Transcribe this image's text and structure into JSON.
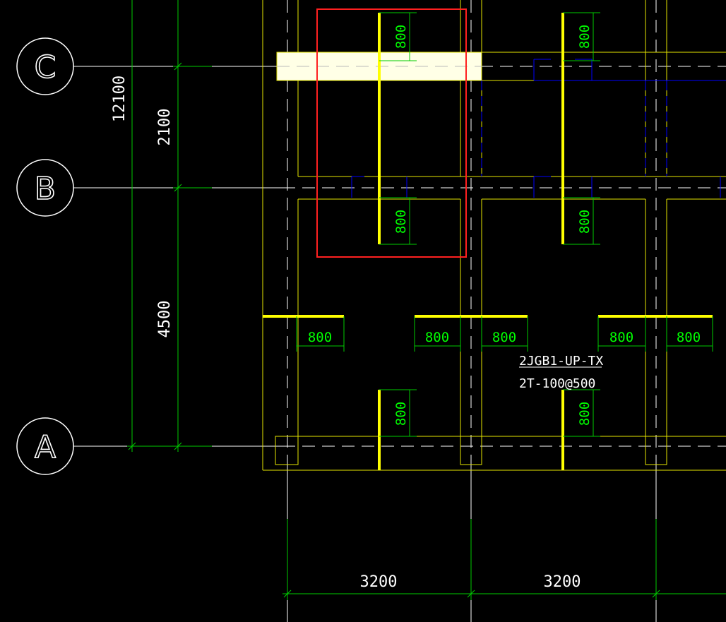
{
  "axes": {
    "C": "C",
    "B": "B",
    "A": "A"
  },
  "dimensions": {
    "total_left": "12100",
    "cb": "2100",
    "ba": "4500",
    "bottom_1": "3200",
    "bottom_2": "3200"
  },
  "rebar_spacing": "800",
  "annotation": {
    "line1": "2JGB1-UP-TX",
    "line2": "2T-100@500"
  },
  "colors": {
    "background": "#000000",
    "grid": "#ffffff",
    "dimension": "#00cc00",
    "outline": "#e6e600",
    "rebar": "#ffff00",
    "hidden": "#0000ff",
    "selection": "#ff2020",
    "highlight_fill": "#ffffe6"
  }
}
